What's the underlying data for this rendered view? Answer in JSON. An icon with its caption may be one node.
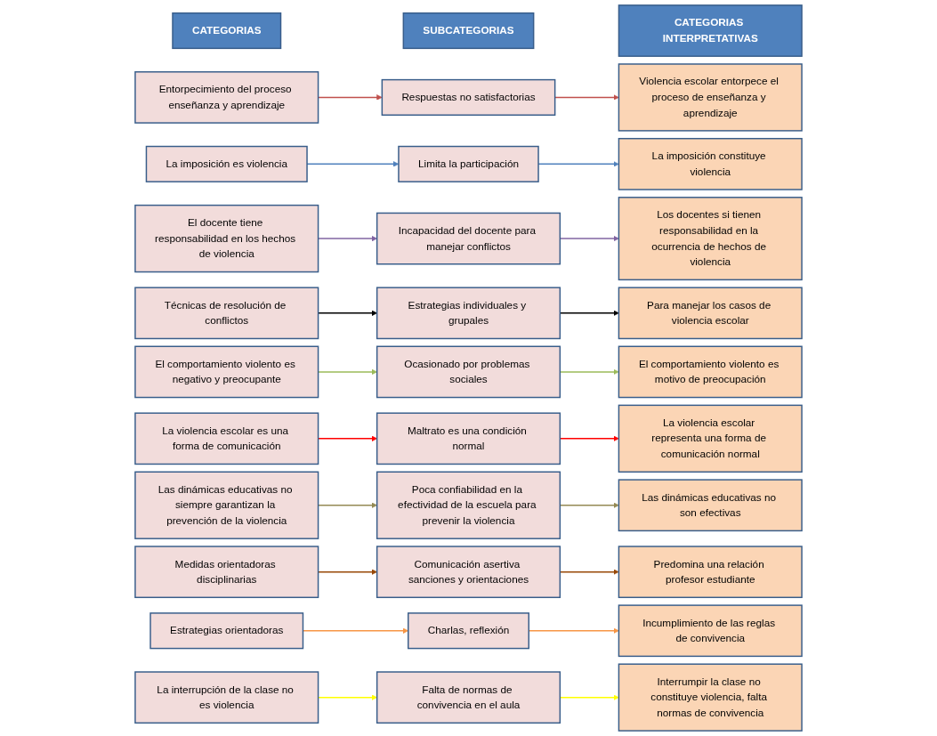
{
  "diagram": {
    "nodes": [
      {
        "text": [
          "CATEGORIAS"
        ]
      },
      {
        "text": [
          "SUBCATEGORIAS"
        ]
      },
      {
        "text": [
          "CATEGORIAS INTERPRETATIVAS"
        ]
      },
      {
        "text": [
          "Entorpecimiento del proceso enseñanza y aprendizaje"
        ]
      },
      {
        "text": [
          "La imposición es violencia"
        ]
      },
      {
        "text": [
          "El docente tiene responsabilidad en los hechos de violencia"
        ]
      },
      {
        "text": [
          "Técnicas de resolución de conflictos"
        ]
      },
      {
        "text": [
          "El comportamiento violento es negativo y preocupante"
        ]
      },
      {
        "text": [
          "La violencia escolar es una forma de comunicación"
        ]
      },
      {
        "text": [
          "Las dinámicas educativas no siempre garantizan la prevención de la violencia"
        ]
      },
      {
        "text": [
          "Medidas orientadoras disciplinarias"
        ]
      },
      {
        "text": [
          "Estrategias orientadoras"
        ]
      },
      {
        "text": [
          "La interrupción de la clase no es violencia"
        ]
      },
      {
        "text": [
          "Charlas, reflexión"
        ]
      },
      {
        "text": [
          "Ocasionado por problemas sociales"
        ]
      },
      {
        "text": [
          "Respuestas no satisfactorias"
        ]
      },
      {
        "text": [
          "Falta de normas de convivencia en el aula"
        ]
      },
      {
        "text": [
          "Limita la participación"
        ]
      },
      {
        "text": [
          "Estrategias individuales y grupales"
        ]
      },
      {
        "text": [
          "Maltrato es una condición normal"
        ]
      },
      {
        "text": [
          "Comunicación asertiva sanciones y orientaciones"
        ]
      },
      {
        "text": [
          "Incapacidad del docente para manejar conflictos"
        ]
      },
      {
        "text": [
          "Poca confiabilidad en la efectividad de la escuela para prevenir la violencia"
        ]
      },
      {
        "text": [
          "Para manejar los casos de violencia escolar"
        ]
      },
      {
        "text": [
          "Violencia escolar entorpece el proceso de enseñanza y aprendizaje"
        ]
      },
      {
        "text": [
          "Predomina una relación profesor estudiante"
        ]
      },
      {
        "text": [
          "La imposición constituye violencia"
        ]
      },
      {
        "text": [
          "Incumplimiento de las reglas de convivencia"
        ]
      },
      {
        "text": [
          "Los docentes si tienen responsabilidad en la ocurrencia de hechos de violencia"
        ]
      },
      {
        "text": [
          "Interrumpir la clase no constituye violencia, falta normas de convivencia"
        ]
      },
      {
        "text": [
          "Las dinámicas educativas no son efectivas"
        ]
      },
      {
        "text": [
          "El comportamiento violento es motivo de preocupación"
        ]
      },
      {
        "text": [
          "La violencia escolar representa una forma de comunicación normal"
        ]
      }
    ],
    "edges": [
      {
        "from": 3,
        "to": 15,
        "arrow": "to",
        "color": "#c0504d"
      },
      {
        "from": 4,
        "to": 17,
        "arrow": "to",
        "color": "#4f81bd"
      },
      {
        "from": 5,
        "to": 21,
        "arrow": "to",
        "color": "#8064a2"
      },
      {
        "from": 6,
        "to": 18,
        "arrow": "to",
        "color": "#000000"
      },
      {
        "from": 7,
        "to": 14,
        "arrow": "to",
        "color": "#9bbb59"
      },
      {
        "from": 8,
        "to": 19,
        "arrow": "to",
        "color": "#ff0000"
      },
      {
        "from": 9,
        "to": 22,
        "arrow": "to",
        "color": "#948a54"
      },
      {
        "from": 10,
        "to": 20,
        "arrow": "to",
        "color": "#984807"
      },
      {
        "from": 11,
        "to": 13,
        "arrow": "to",
        "color": "#f79646"
      },
      {
        "from": 12,
        "to": 16,
        "arrow": "to",
        "color": "#ffff00"
      },
      {
        "from": 13,
        "to": 27,
        "arrow": "to",
        "color": "#f79646"
      },
      {
        "from": 14,
        "to": 31,
        "arrow": "to",
        "color": "#9bbb59"
      },
      {
        "from": 15,
        "to": 24,
        "arrow": "to",
        "color": "#c0504d"
      },
      {
        "from": 16,
        "to": 29,
        "arrow": "to",
        "color": "#ffff00"
      },
      {
        "from": 17,
        "to": 26,
        "arrow": "to",
        "color": "#4f81bd"
      },
      {
        "from": 18,
        "to": 23,
        "arrow": "to",
        "color": "#000000"
      },
      {
        "from": 19,
        "to": 32,
        "arrow": "to",
        "color": "#ff0000"
      },
      {
        "from": 20,
        "to": 25,
        "arrow": "to",
        "color": "#984807"
      },
      {
        "from": 21,
        "to": 28,
        "arrow": "to",
        "color": "#8064a2"
      },
      {
        "from": 22,
        "to": 30,
        "arrow": "to",
        "color": "#948a54"
      }
    ]
  }
}
